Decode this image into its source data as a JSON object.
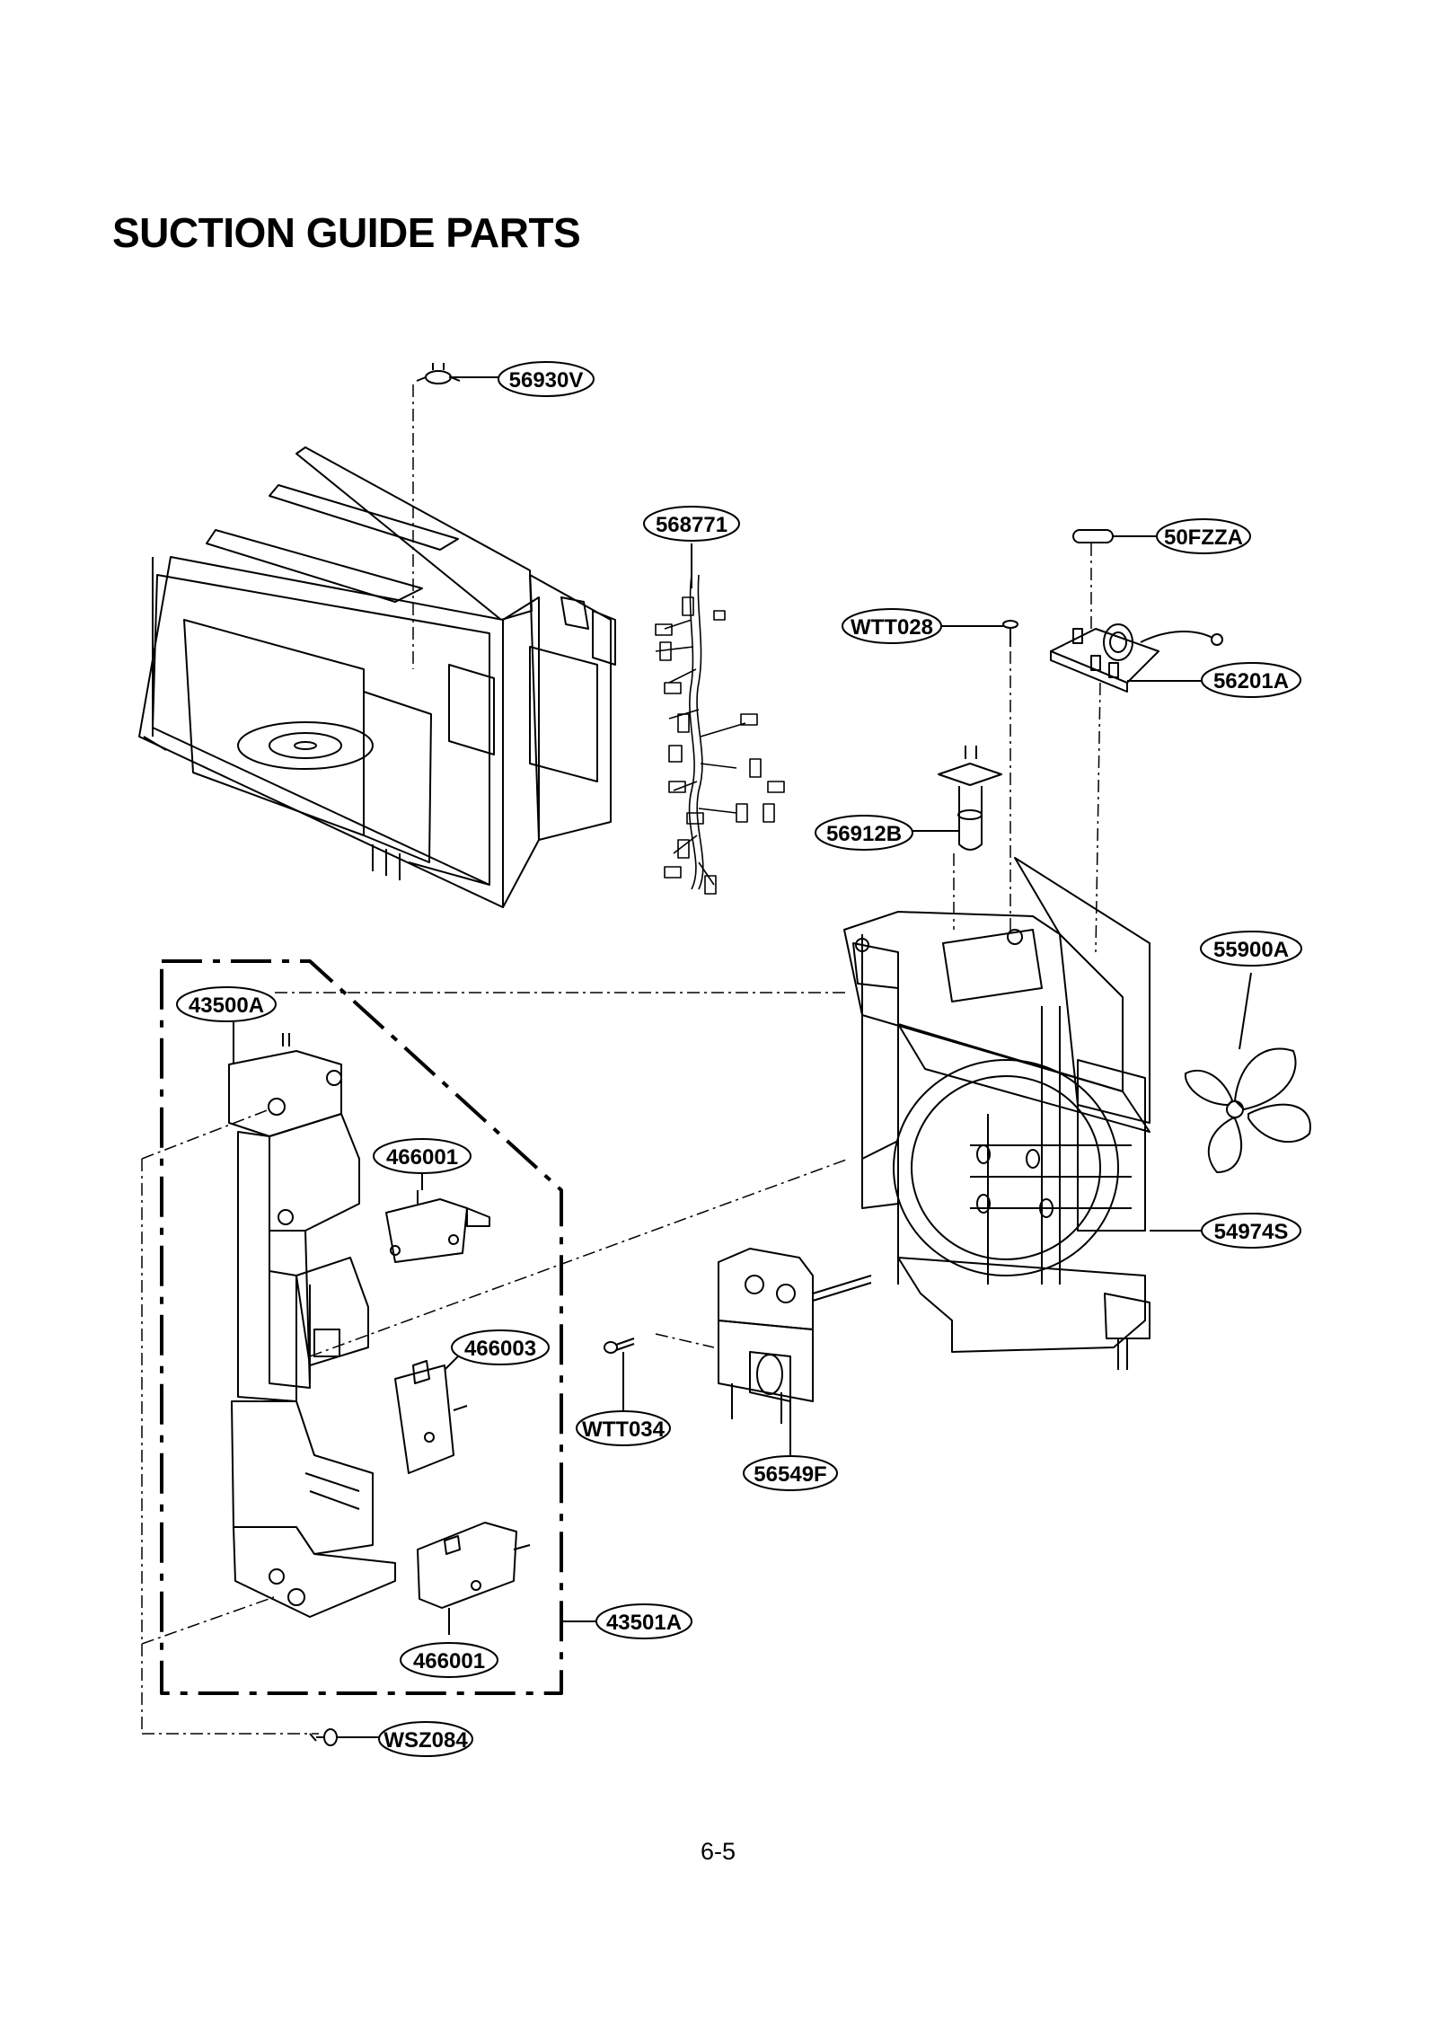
{
  "title": "SUCTION GUIDE PARTS",
  "page_number": "6-5",
  "callouts": {
    "c_56930V": "56930V",
    "c_568771": "568771",
    "c_50FZZA": "50FZZA",
    "c_WTT028": "WTT028",
    "c_56201A": "56201A",
    "c_56912B": "56912B",
    "c_55900A": "55900A",
    "c_43500A": "43500A",
    "c_466001_top": "466001",
    "c_54974S": "54974S",
    "c_466003": "466003",
    "c_WTT034": "WTT034",
    "c_56549F": "56549F",
    "c_43501A": "43501A",
    "c_466001_bottom": "466001",
    "c_WSZ084": "WSZ084"
  }
}
